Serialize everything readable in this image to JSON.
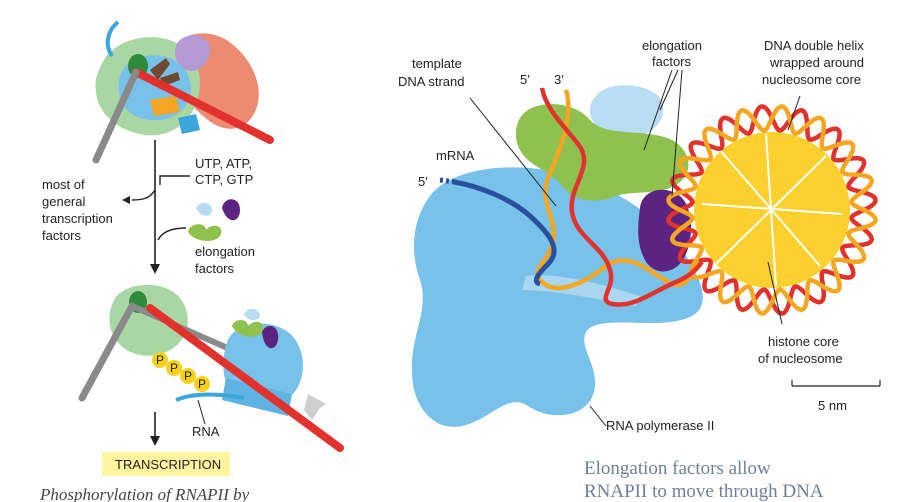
{
  "left_panel": {
    "inputs_label": [
      "UTP, ATP,",
      "CTP, GTP"
    ],
    "removed_label": [
      "most of",
      "general",
      "transcription",
      "factors"
    ],
    "elongation_label": [
      "elongation",
      "factors"
    ],
    "phosphates": [
      "P",
      "P",
      "P",
      "P"
    ],
    "rna_label": "RNA",
    "transcription_label": "TRANSCRIPTION",
    "caption": "Phosphorylation of RNAPII by"
  },
  "right_panel": {
    "template_strand_label": [
      "template",
      "DNA strand"
    ],
    "five_prime_top": "5′",
    "three_prime_top": "3′",
    "elongation_factors_label": [
      "elongation",
      "factors"
    ],
    "double_helix_label": [
      "DNA double helix",
      "wrapped around",
      "nucleosome core"
    ],
    "mrna_label": "mRNA",
    "five_prime_mrna": "5′",
    "histone_label": [
      "histone core",
      "of nucleosome"
    ],
    "scale_label": "5 nm",
    "polymerase_label": "RNA polymerase II",
    "caption": [
      "Elongation factors allow",
      "RNAPII to move through DNA"
    ]
  },
  "colors": {
    "polymerase": "#78c1ea",
    "template_strand": "#f5a623",
    "coding_strand": "#e1322d",
    "mrna": "#2a4f9c",
    "elongation_green": "#8fc14e",
    "elongation_light_blue": "#b8dcf2",
    "elongation_purple": "#5c2480",
    "histone": "#fcd12f",
    "gtf_green": "#a9d7a4",
    "gtf_salmon": "#ec8a72",
    "gtf_purple": "#b49ad2",
    "gtf_brown": "#6e4a32",
    "gtf_orange": "#f5a623",
    "gray_dna": "#8a8a8a",
    "phosphate": "#f7d117"
  }
}
